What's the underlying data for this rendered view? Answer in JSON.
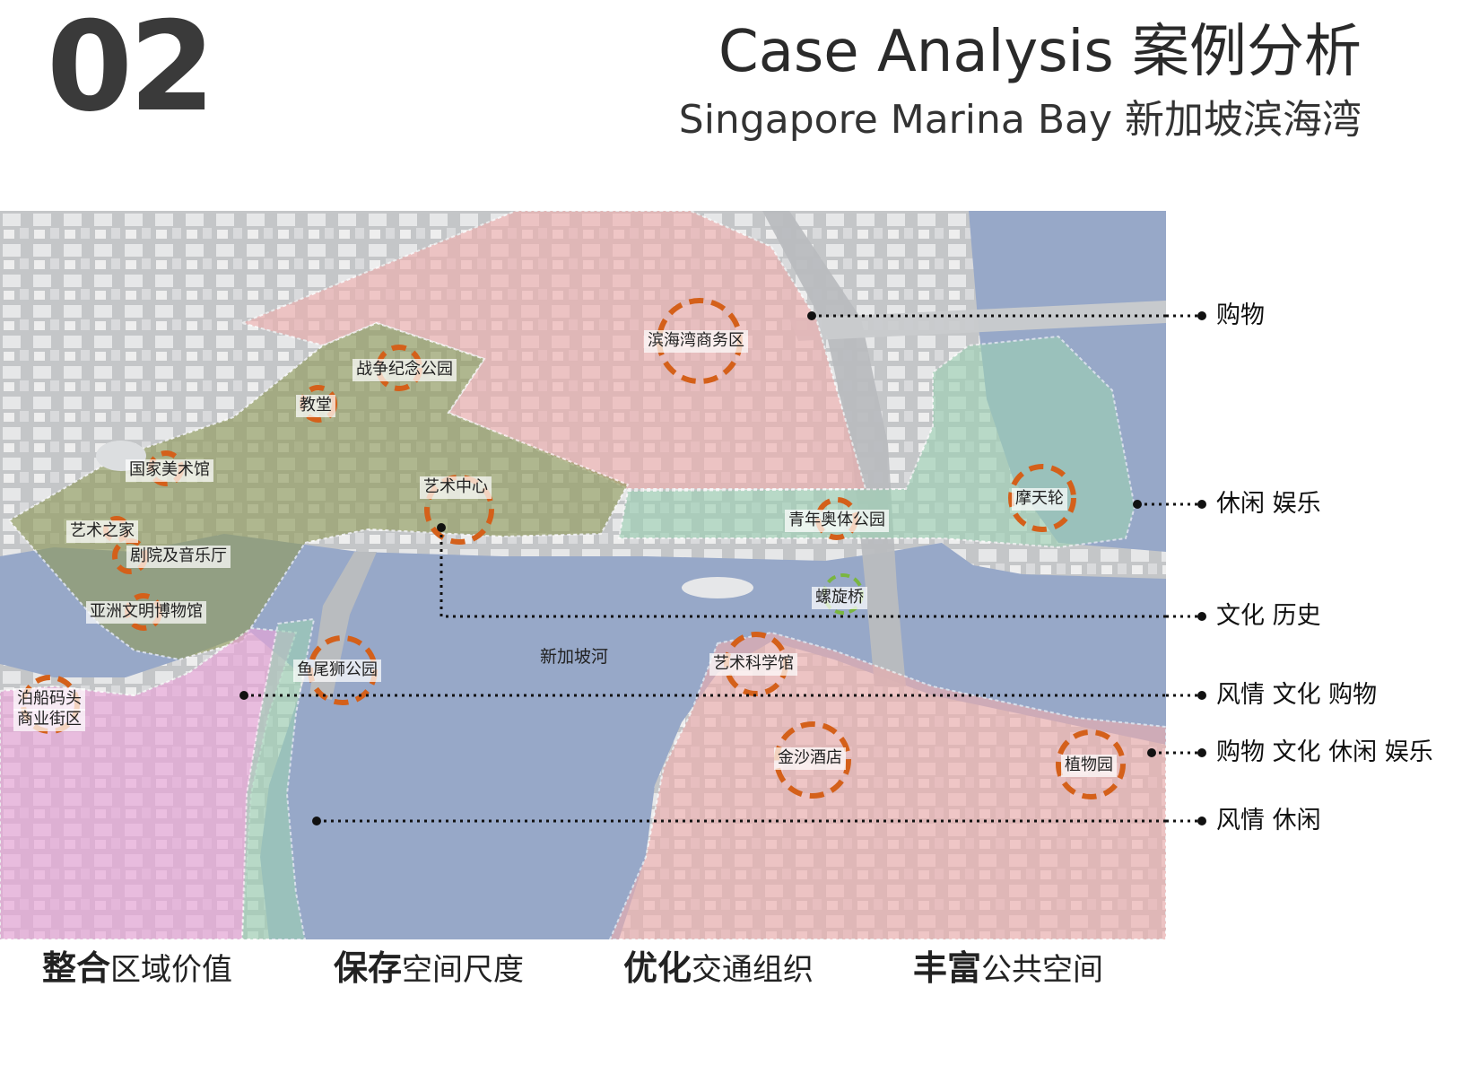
{
  "header": {
    "number": "02",
    "title": "Case Analysis 案例分析",
    "subtitle": "Singapore Marina Bay 新加坡滨海湾"
  },
  "map": {
    "places": {
      "marina_bay_cbd": "滨海湾商务区",
      "war_memorial_park": "战争纪念公园",
      "church": "教堂",
      "national_gallery": "国家美术馆",
      "arts_centre": "艺术中心",
      "arts_house": "艺术之家",
      "theatre_concert_hall": "剧院及音乐厅",
      "asian_civilisations_museum": "亚洲文明博物馆",
      "youth_olympic_park": "青年奥体公园",
      "flyer": "摩天轮",
      "helix_bridge": "螺旋桥",
      "merlion_park": "鱼尾狮公园",
      "singapore_river": "新加坡河",
      "artscience_museum": "艺术科学馆",
      "boat_quay_line1": "泊船码头",
      "boat_quay_line2": "商业街区",
      "marina_bay_sands": "金沙酒店",
      "botanic_garden": "植物园"
    },
    "colors": {
      "water": "#97a8c8",
      "commercial_zone": "#f0aeae",
      "civic_zone": "#8f9a5a",
      "leisure_zone": "#9cd1b4",
      "retail_zone": "#eaa6da",
      "marker_orange": "#d4601a",
      "marker_green": "#7ab640"
    }
  },
  "legend": [
    {
      "label": "购物"
    },
    {
      "label": "休闲 娱乐"
    },
    {
      "label": "文化 历史"
    },
    {
      "label": "风情 文化 购物"
    },
    {
      "label": "购物 文化 休闲 娱乐"
    },
    {
      "label": "风情 休闲"
    }
  ],
  "principles": [
    {
      "bold": "整合",
      "rest": "区域价值"
    },
    {
      "bold": "保存",
      "rest": "空间尺度"
    },
    {
      "bold": "优化",
      "rest": "交通组织"
    },
    {
      "bold": "丰富",
      "rest": "公共空间"
    }
  ]
}
